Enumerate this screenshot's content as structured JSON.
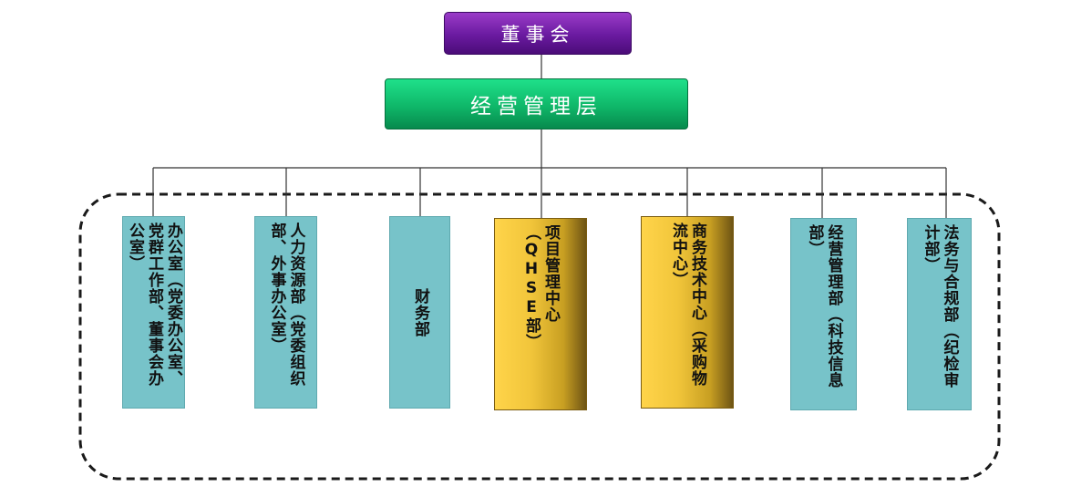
{
  "chart": {
    "top": {
      "label": "董事会"
    },
    "second": {
      "label": "经营管理层"
    },
    "departments": [
      {
        "label": "办公室（党委办公室、党群工作部、董事会办公室）",
        "style": "teal"
      },
      {
        "label": "人力资源部（党委组织部、外事办公室）",
        "style": "teal"
      },
      {
        "label": "财务部",
        "style": "teal"
      },
      {
        "label": "项目管理中心（QHSE部）",
        "style": "gold"
      },
      {
        "label": "商务技术中心（采购物流中心）",
        "style": "gold"
      },
      {
        "label": "经营管理部（科技信息部）",
        "style": "teal"
      },
      {
        "label": "法务与合规部（纪检审计部）",
        "style": "teal"
      }
    ]
  },
  "colors": {
    "board": "#6a1aa0",
    "management": "#0fb769",
    "teal": "#77c3c9",
    "gold": "#f1c53a",
    "line": "#333333"
  }
}
